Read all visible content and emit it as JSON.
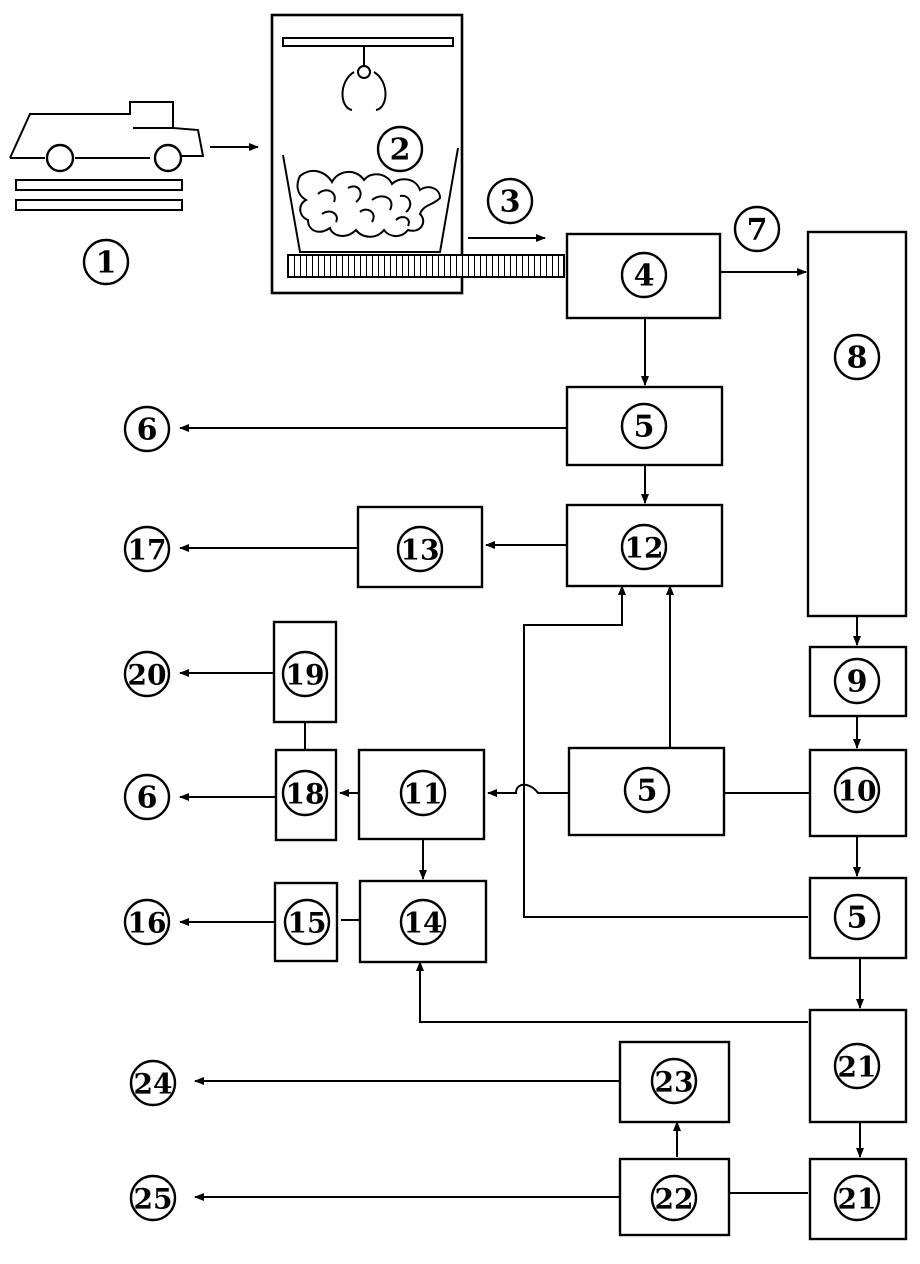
{
  "nodes": {
    "n1": "1",
    "n2": "2",
    "n3": "3",
    "n4": "4",
    "n5a": "5",
    "n5b": "5",
    "n5c": "5",
    "n6a": "6",
    "n6b": "6",
    "n7": "7",
    "n8": "8",
    "n9": "9",
    "n10": "10",
    "n11": "11",
    "n12": "12",
    "n13": "13",
    "n14": "14",
    "n15": "15",
    "n16": "16",
    "n17": "17",
    "n18": "18",
    "n19": "19",
    "n20": "20",
    "n21a": "21",
    "n21b": "21",
    "n22": "22",
    "n23": "23",
    "n24": "24",
    "n25": "25"
  },
  "colors": {
    "stroke": "#000000",
    "background": "#ffffff"
  },
  "icons": {
    "truck": "truck-icon",
    "crane_grab": "crane-grab-icon",
    "waste_pile": "waste-pile-icon",
    "conveyor": "conveyor-icon"
  }
}
